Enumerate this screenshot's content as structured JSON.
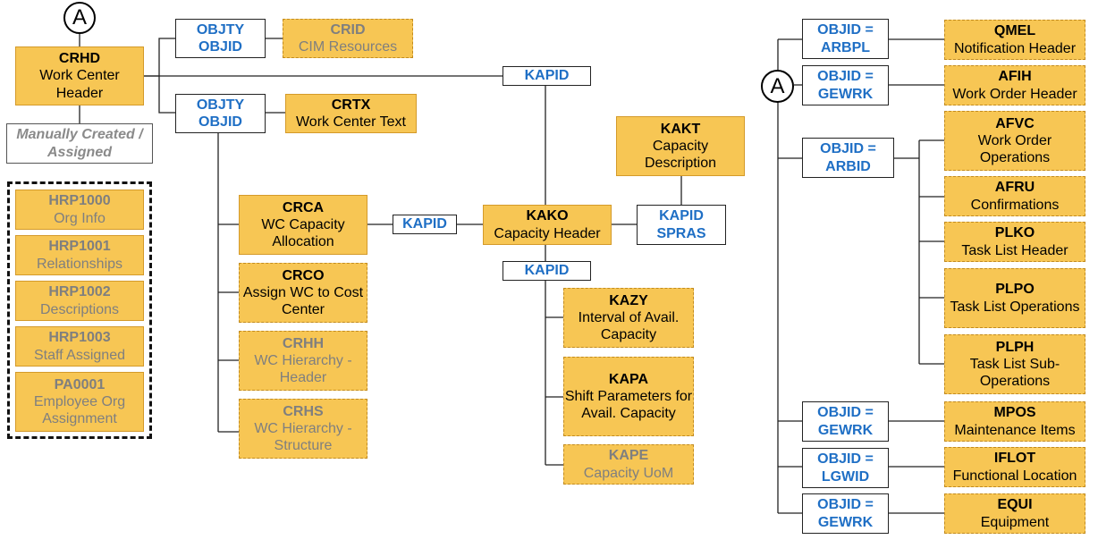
{
  "connector_letter": "A",
  "left": {
    "crhd": {
      "name": "CRHD",
      "desc": "Work Center Header"
    },
    "manual_label": "Manually Created / Assigned",
    "hr_tables": [
      {
        "name": "HRP1000",
        "desc": "Org Info"
      },
      {
        "name": "HRP1001",
        "desc": "Relationships"
      },
      {
        "name": "HRP1002",
        "desc": "Descriptions"
      },
      {
        "name": "HRP1003",
        "desc": "Staff Assigned"
      },
      {
        "name": "PA0001",
        "desc": "Employee Org Assignment"
      }
    ]
  },
  "middle": {
    "key_objty_crid": {
      "l1": "OBJTY",
      "l2": "OBJID"
    },
    "crid": {
      "name": "CRID",
      "desc": "CIM Resources"
    },
    "key_objty_crtx": {
      "l1": "OBJTY",
      "l2": "OBJID"
    },
    "crtx": {
      "name": "CRTX",
      "desc": "Work Center Text"
    },
    "crca": {
      "name": "CRCA",
      "desc": "WC Capacity Allocation"
    },
    "crco": {
      "name": "CRCO",
      "desc": "Assign WC  to Cost Center"
    },
    "crhh": {
      "name": "CRHH",
      "desc": "WC Hierarchy - Header"
    },
    "crhs": {
      "name": "CRHS",
      "desc": "WC Hierarchy - Structure"
    },
    "key_kapid_top": "KAPID",
    "key_kapid_crca": "KAPID",
    "kako": {
      "name": "KAKO",
      "desc": "Capacity Header"
    },
    "key_kapid_spras": {
      "l1": "KAPID",
      "l2": "SPRAS"
    },
    "kakt": {
      "name": "KAKT",
      "desc": "Capacity Description"
    },
    "key_kapid_bottom": "KAPID",
    "kazy": {
      "name": "KAZY",
      "desc": "Interval of Avail. Capacity"
    },
    "kapa": {
      "name": "KAPA",
      "desc": "Shift Parameters for Avail. Capacity"
    },
    "kape": {
      "name": "KAPE",
      "desc": "Capacity UoM"
    }
  },
  "right": {
    "keys": [
      {
        "l1": "OBJID =",
        "l2": "ARBPL"
      },
      {
        "l1": "OBJID =",
        "l2": "GEWRK"
      },
      {
        "l1": "OBJID =",
        "l2": "ARBID"
      },
      {
        "l1": "OBJID =",
        "l2": "GEWRK"
      },
      {
        "l1": "OBJID =",
        "l2": "LGWID"
      },
      {
        "l1": "OBJID =",
        "l2": "GEWRK"
      }
    ],
    "tables": [
      {
        "name": "QMEL",
        "desc": "Notification Header"
      },
      {
        "name": "AFIH",
        "desc": "Work Order Header"
      },
      {
        "name": "AFVC",
        "desc": "Work Order Operations"
      },
      {
        "name": "AFRU",
        "desc": "Confirmations"
      },
      {
        "name": "PLKO",
        "desc": "Task List Header"
      },
      {
        "name": "PLPO",
        "desc": "Task List Operations"
      },
      {
        "name": "PLPH",
        "desc": "Task List Sub-Operations"
      },
      {
        "name": "MPOS",
        "desc": "Maintenance Items"
      },
      {
        "name": "IFLOT",
        "desc": "Functional Location"
      },
      {
        "name": "EQUI",
        "desc": "Equipment"
      }
    ]
  }
}
